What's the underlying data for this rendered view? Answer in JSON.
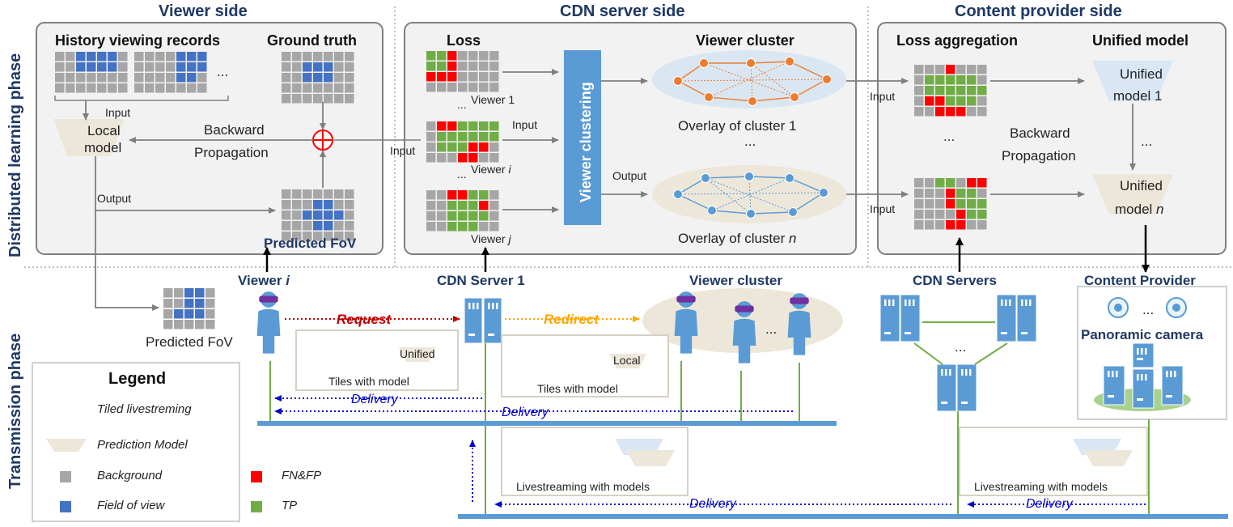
{
  "phases": {
    "learning": "Distributed learning phase",
    "transmission": "Transmission phase"
  },
  "sections": {
    "viewer": "Viewer side",
    "cdn": "CDN server side",
    "provider": "Content provider side"
  },
  "viewer_panel": {
    "history": "History viewing records",
    "ellipsis": "...",
    "ground_truth": "Ground truth",
    "input": "Input",
    "local_model_1": "Local",
    "local_model_2": "model",
    "backward_1": "Backward",
    "backward_2": "Propagation",
    "output": "Output",
    "predicted": "Predicted FoV"
  },
  "cdn_panel": {
    "loss": "Loss",
    "viewer_1": "Viewer 1",
    "viewer_i_prefix": "Viewer ",
    "viewer_i_var": "i",
    "viewer_j_prefix": "Viewer ",
    "viewer_j_var": "j",
    "input_a": "Input",
    "input_b": "Input",
    "output": "Output",
    "clustering": "Viewer clustering",
    "viewer_cluster": "Viewer cluster",
    "overlay_1": "Overlay of cluster 1",
    "overlay_n_prefix": "Overlay of cluster ",
    "overlay_n_var": "n",
    "dots": "...",
    "ellipsis_a": "...",
    "ellipsis_b": "..."
  },
  "provider_panel": {
    "loss_agg": "Loss aggregation",
    "unified": "Unified model",
    "input_a": "Input",
    "input_b": "Input",
    "unified_1_a": "Unified",
    "unified_1_b": "model 1",
    "unified_n_a": "Unified",
    "unified_n_b_prefix": "model ",
    "unified_n_var": "n",
    "backward_1": "Backward",
    "backward_2": "Propagation",
    "dots_a": "...",
    "dots_b": "..."
  },
  "transmission": {
    "viewer_i_prefix": "Viewer ",
    "viewer_i_var": "i",
    "predicted_fov": "Predicted FoV",
    "cdn_server_1": "CDN Server 1",
    "request": "Request",
    "redirect": "Redirect",
    "viewer_cluster": "Viewer cluster",
    "tiles_model_a": "Tiles with model",
    "tiles_model_b": "Tiles with model",
    "unified": "Unified",
    "local": "Local",
    "cdn_servers": "CDN Servers",
    "content_provider": "Content Provider",
    "panoramic": "Panoramic camera",
    "delivery": "Delivery",
    "livestream": "Livestreaming with models",
    "ellipsis_cluster": "...",
    "ellipsis_servers": "...",
    "ellipsis_camera": "..."
  },
  "legend": {
    "title": "Legend",
    "tiled": "Tiled livestreming",
    "prediction": "Prediction Model",
    "background": "Background",
    "fov": "Field of view",
    "fnfp": "FN&FP",
    "tp": "TP"
  },
  "colors": {
    "blue": "#4472c4",
    "gray": "#a6a6a6",
    "red": "#ff0000",
    "green": "#70ad47",
    "orange": "#ed7d31",
    "purple": "#7030a0",
    "dark_red": "#c00000",
    "navy": "#1f3864"
  }
}
